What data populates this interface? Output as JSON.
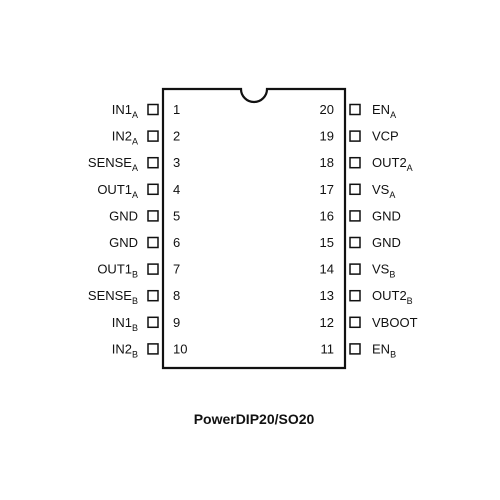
{
  "package_name": "PowerDIP20/SO20",
  "left_pins": [
    {
      "number": "1",
      "name": "IN1",
      "sub": "A"
    },
    {
      "number": "2",
      "name": "IN2",
      "sub": "A"
    },
    {
      "number": "3",
      "name": "SENSE",
      "sub": "A"
    },
    {
      "number": "4",
      "name": "OUT1",
      "sub": "A"
    },
    {
      "number": "5",
      "name": "GND",
      "sub": ""
    },
    {
      "number": "6",
      "name": "GND",
      "sub": ""
    },
    {
      "number": "7",
      "name": "OUT1",
      "sub": "B"
    },
    {
      "number": "8",
      "name": "SENSE",
      "sub": "B"
    },
    {
      "number": "9",
      "name": "IN1",
      "sub": "B"
    },
    {
      "number": "10",
      "name": "IN2",
      "sub": "B"
    }
  ],
  "right_pins": [
    {
      "number": "20",
      "name": "EN",
      "sub": "A"
    },
    {
      "number": "19",
      "name": "VCP",
      "sub": ""
    },
    {
      "number": "18",
      "name": "OUT2",
      "sub": "A"
    },
    {
      "number": "17",
      "name": "VS",
      "sub": "A"
    },
    {
      "number": "16",
      "name": "GND",
      "sub": ""
    },
    {
      "number": "15",
      "name": "GND",
      "sub": ""
    },
    {
      "number": "14",
      "name": "VS",
      "sub": "B"
    },
    {
      "number": "13",
      "name": "OUT2",
      "sub": "B"
    },
    {
      "number": "12",
      "name": "VBOOT",
      "sub": ""
    },
    {
      "number": "11",
      "name": "EN",
      "sub": "B"
    }
  ]
}
